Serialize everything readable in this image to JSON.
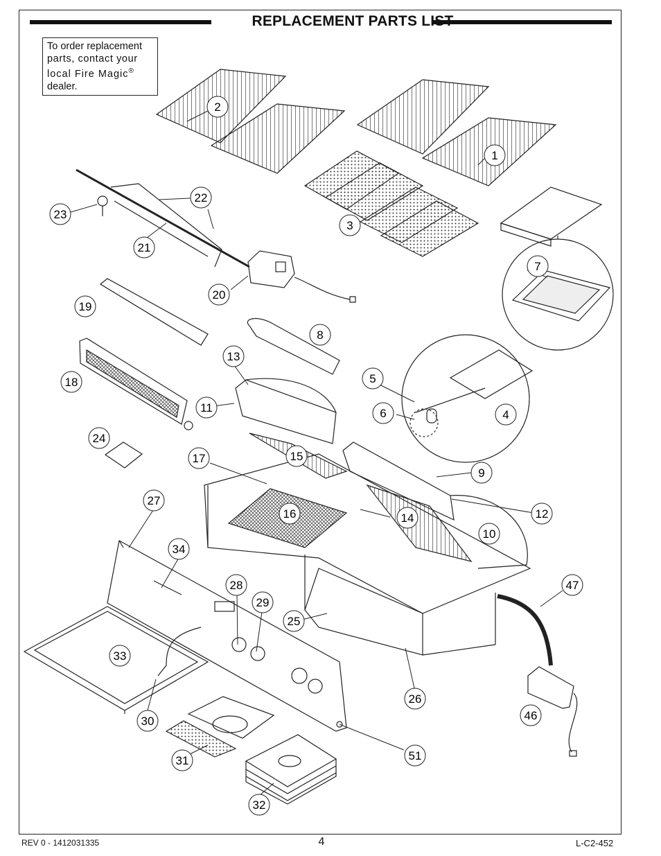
{
  "title": "REPLACEMENT PARTS LIST",
  "note": {
    "line1": "To order replacement",
    "line2": "parts, contact your",
    "line3": "local Fire Magic",
    "mark": "®",
    "line4": "dealer."
  },
  "callouts": [
    "1",
    "2",
    "3",
    "4",
    "5",
    "6",
    "7",
    "8",
    "9",
    "10",
    "11",
    "12",
    "13",
    "14",
    "15",
    "16",
    "17",
    "18",
    "19",
    "20",
    "21",
    "22",
    "23",
    "24",
    "25",
    "26",
    "27",
    "28",
    "29",
    "30",
    "31",
    "32",
    "33",
    "34",
    "46",
    "47",
    "51"
  ],
  "footer": {
    "revision": "REV 0 - 1412031335",
    "page": "4",
    "doc_code": "L-C2-452"
  }
}
